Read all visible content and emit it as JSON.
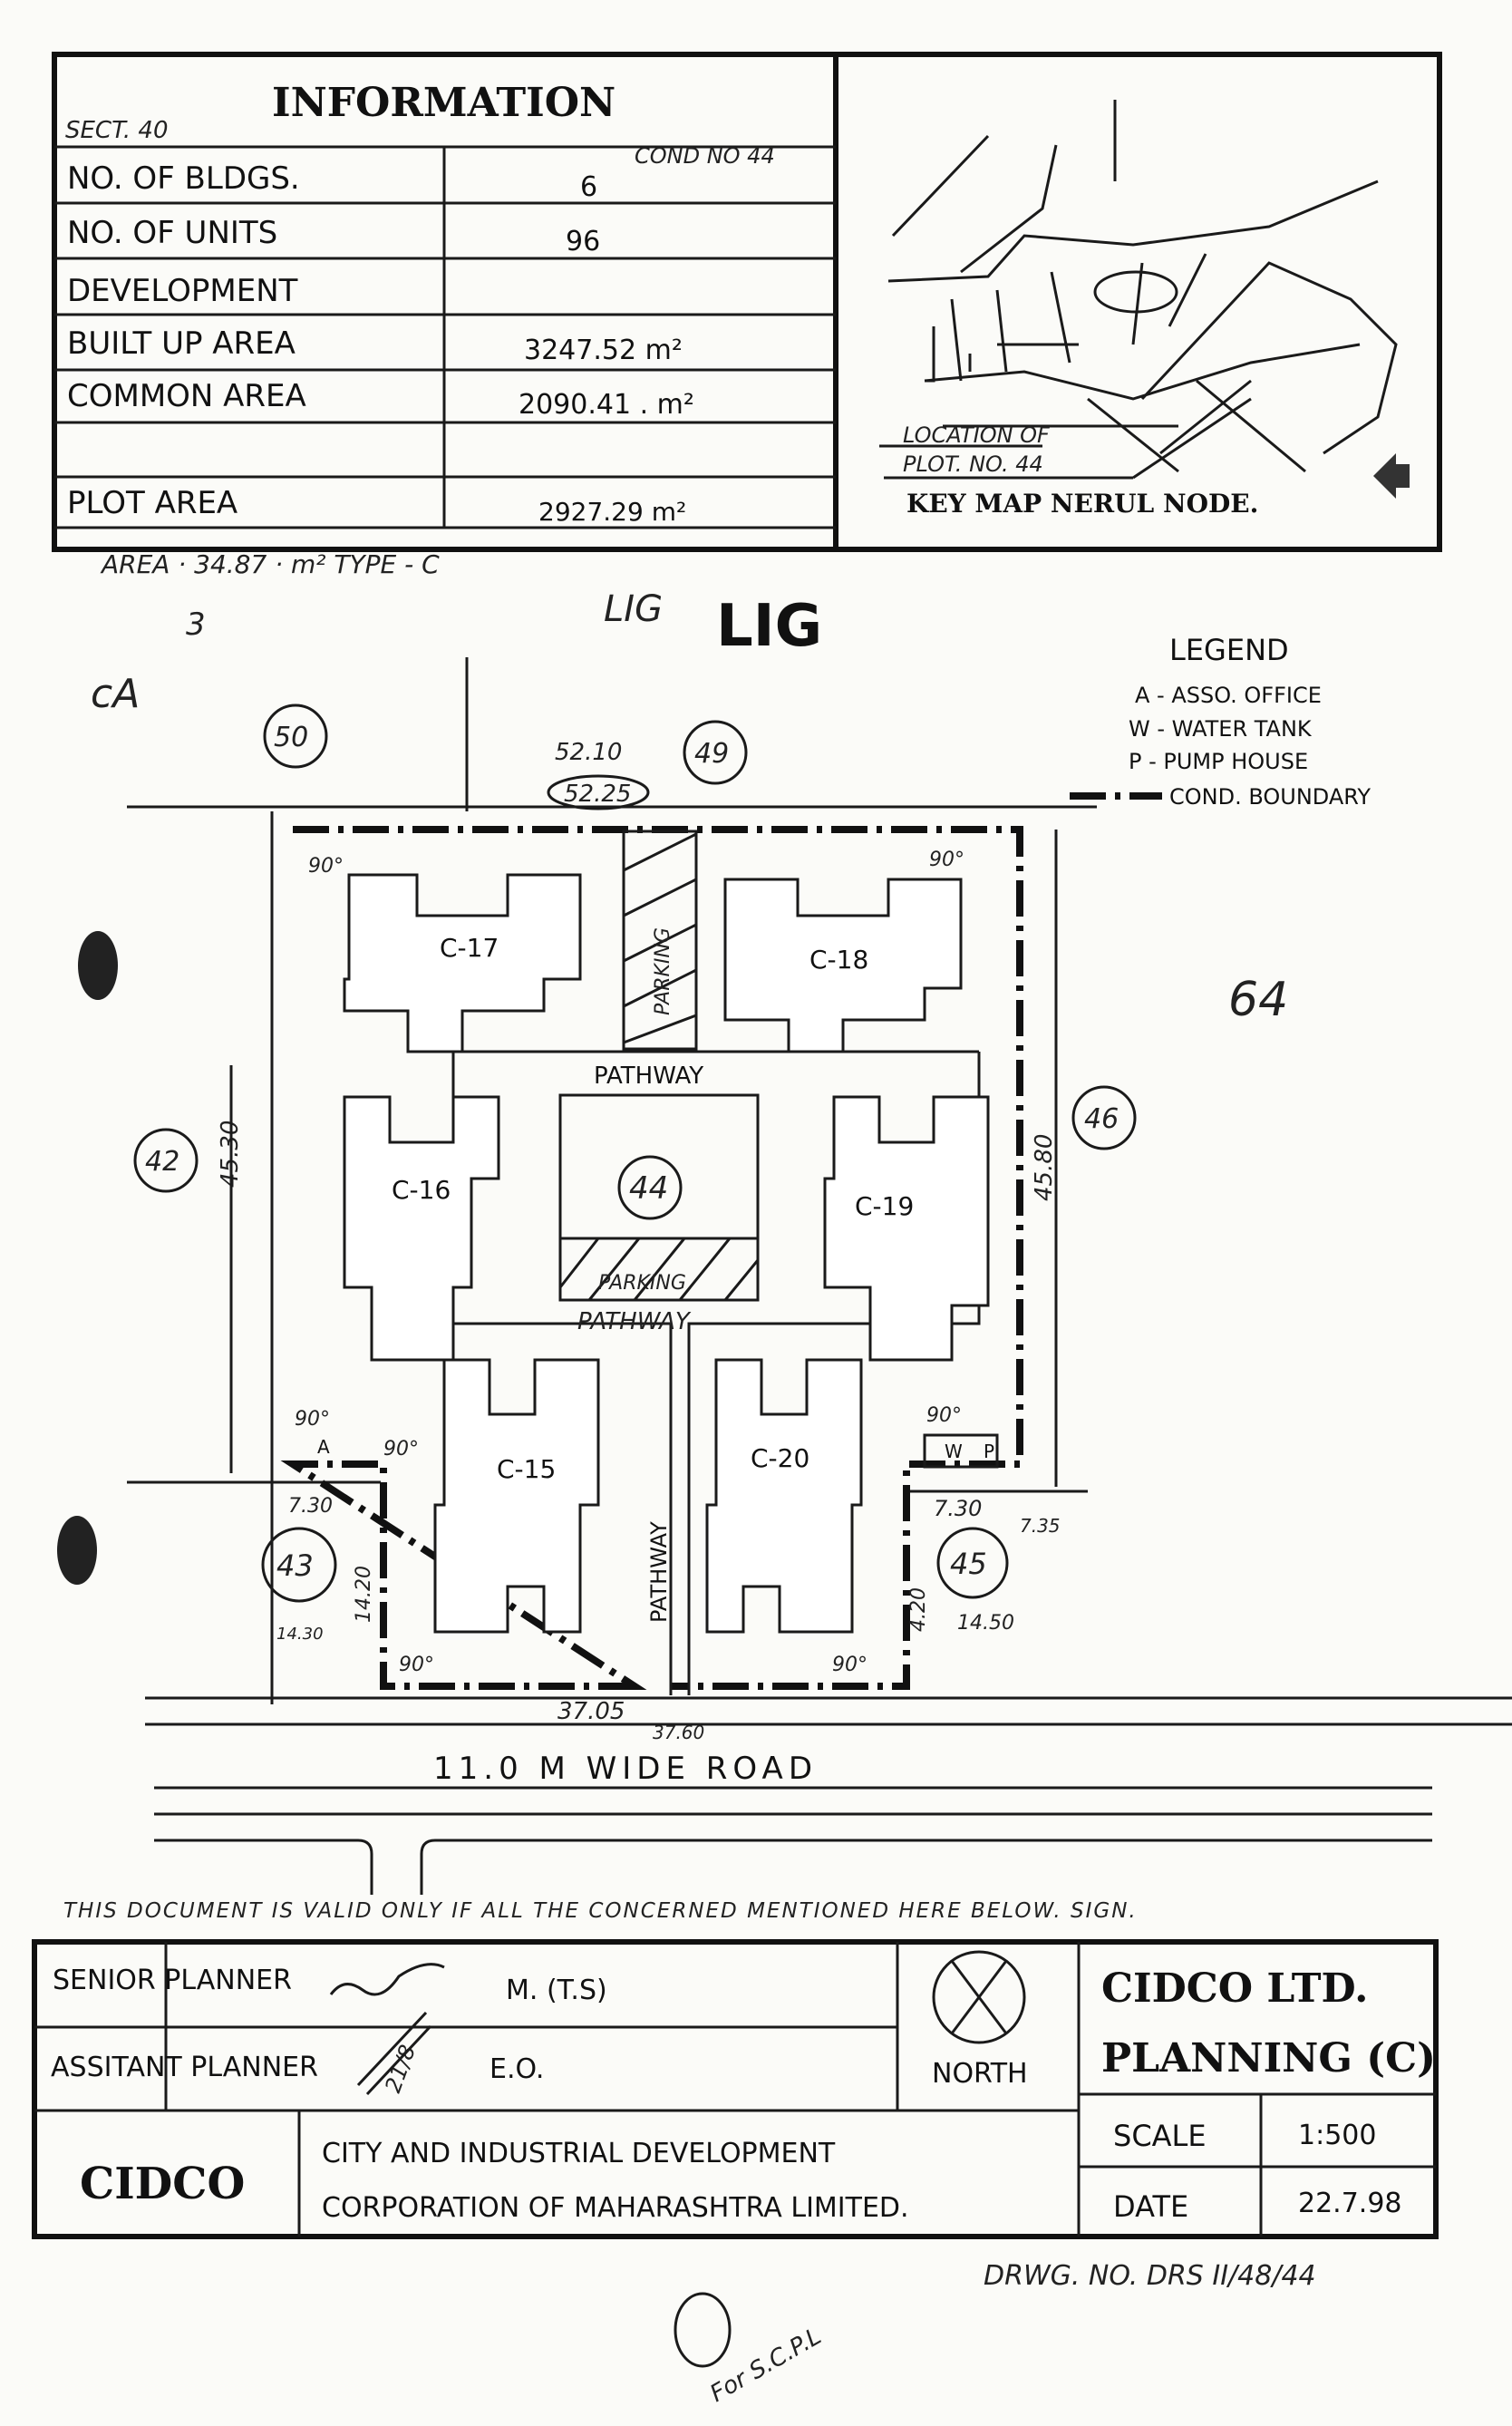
{
  "info_table": {
    "title": "INFORMATION",
    "sector": "SECT. 40",
    "cond_no": "COND NO 44",
    "rows": [
      {
        "label": "NO. OF BLDGS.",
        "value": "6"
      },
      {
        "label": "NO. OF UNITS",
        "value": "96"
      },
      {
        "label": "DEVELOPMENT",
        "value": ""
      },
      {
        "label": "BUILT UP AREA",
        "value": "3247.52 m²"
      },
      {
        "label": "COMMON AREA",
        "value": "2090.41 . m²"
      },
      {
        "label": "",
        "value": ""
      },
      {
        "label": "PLOT AREA",
        "value": "2927.29 m²"
      }
    ]
  },
  "key_map": {
    "location_line1": "LOCATION OF",
    "location_line2": "PLOT. NO. 44",
    "title": "KEY MAP NERUL NODE."
  },
  "unit_area_note": "AREA · 34.87 · m² TYPE - C",
  "category_printed": "LIG",
  "category_handwritten": "LIG",
  "margin_notes": {
    "ca": "cA",
    "three": "3",
    "sixty_four": "64"
  },
  "legend": {
    "title": "LEGEND",
    "items": [
      "A - ASSO. OFFICE",
      "W - WATER TANK",
      "P - PUMP HOUSE",
      "COND. BOUNDARY"
    ]
  },
  "plot": {
    "plot_no": "44",
    "neighbours": [
      "50",
      "49",
      "42",
      "46",
      "43",
      "45"
    ],
    "buildings": [
      "C-17",
      "C-18",
      "C-16",
      "C-19",
      "C-15",
      "C-20"
    ],
    "pathway": "PATHWAY",
    "parking": "PARKING",
    "parking_center": "PARKING",
    "dimensions": {
      "top_a": "52.10",
      "top_b": "52.25",
      "left": "45.30",
      "right": "45.80",
      "bottom_left": "37.05",
      "bottom_right": "37.60",
      "notch_left_w": "7.30",
      "notch_left_h": "14.20",
      "notch_left_alt": "14.30",
      "notch_right_w": "7.30",
      "notch_right_h": "4.20",
      "notch_right_alt": "14.50",
      "notch_right_alt2": "7.35"
    },
    "angle": "90°",
    "road": "11.0 M WIDE ROAD",
    "markers": {
      "a": "A",
      "w": "W",
      "p": "P"
    }
  },
  "validity_note": "THIS DOCUMENT IS VALID ONLY IF ALL THE CONCERNED MENTIONED HERE BELOW. SIGN.",
  "title_block": {
    "senior_planner": "SENIOR PLANNER",
    "senior_planner_value": "M. (T.S)",
    "assistant_planner": "ASSITANT PLANNER",
    "assistant_planner_value": "E.O.",
    "sign_date": "21/8",
    "north": "NORTH",
    "company_line1": "CIDCO LTD.",
    "company_line2": "PLANNING (C)",
    "logo": "CIDCO",
    "org_line1": "CITY AND INDUSTRIAL DEVELOPMENT",
    "org_line2": "CORPORATION OF MAHARASHTRA LIMITED.",
    "scale_label": "SCALE",
    "scale_value": "1:500",
    "date_label": "DATE",
    "date_value": "22.7.98"
  },
  "drawing_no": "DRWG. NO. DRS II/48/44",
  "stamp_note": "For S.C.P.L"
}
